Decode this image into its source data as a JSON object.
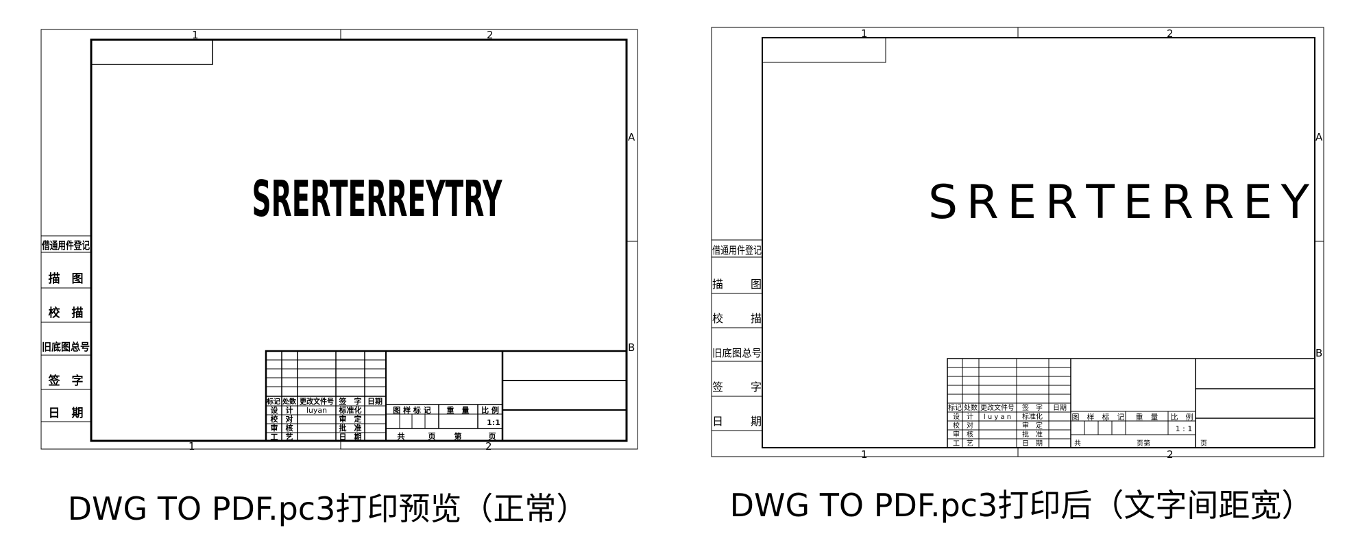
{
  "left": {
    "zones_top": [
      "1",
      "2"
    ],
    "zones_bottom": [
      "1",
      "2"
    ],
    "zones_side": [
      "A",
      "B"
    ],
    "main_text": "SRERTERREYTRY",
    "side_labels": [
      "借通用件登记",
      "描　图",
      "校　描",
      "旧底图总号",
      "签　字",
      "日　期"
    ],
    "tb_header": [
      "标记",
      "处数",
      "更改文件号",
      "签　字",
      "日期"
    ],
    "tb_rows": [
      [
        "设　计",
        "luyan",
        "标准化"
      ],
      [
        "校　对",
        "",
        "审　定"
      ],
      [
        "审　核",
        "",
        "批　准"
      ],
      [
        "工　艺",
        "",
        "日　期"
      ]
    ],
    "tb_mid": [
      "图 样 标 记",
      "重　量",
      "比 例"
    ],
    "scale": "1:1",
    "sheet": [
      "共",
      "页",
      "第",
      "页"
    ],
    "caption": "DWG TO PDF.pc3打印预览（正常）"
  },
  "right": {
    "zones_top": [
      "1",
      "2"
    ],
    "zones_bottom": [
      "1",
      "2"
    ],
    "zones_side": [
      "A",
      "B"
    ],
    "main_text": "S R E R T E R R E Y",
    "side_labels": [
      "借通用件登记",
      "描　　图",
      "校　　描",
      "旧底图总号",
      "签　　字",
      "日　　期"
    ],
    "tb_header": [
      "标记",
      "处数",
      "更改文件号",
      "签　字",
      "日期"
    ],
    "tb_rows": [
      [
        "设　计",
        "l u y a n",
        "标准化"
      ],
      [
        "校　对",
        "",
        "审　定"
      ],
      [
        "审　核",
        "",
        "批　准"
      ],
      [
        "工　艺",
        "",
        "日　期"
      ]
    ],
    "tb_mid": [
      "图　样　标　记",
      "重　量",
      "比　例"
    ],
    "scale": "1 : 1",
    "sheet": [
      "共",
      "页第",
      "页"
    ],
    "caption": "DWG TO PDF.pc3打印后（文字间距宽）"
  }
}
